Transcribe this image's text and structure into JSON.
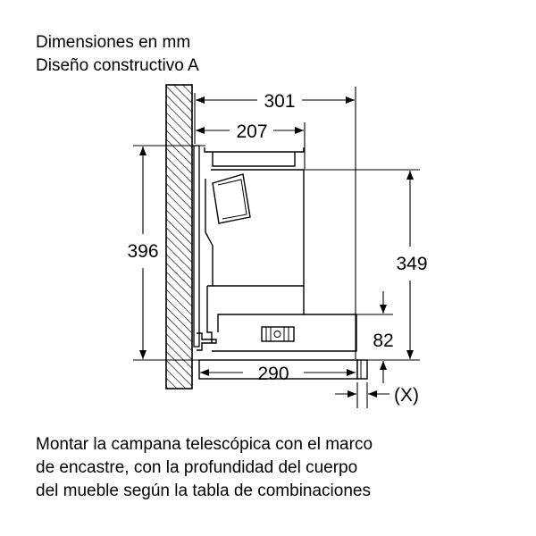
{
  "title": {
    "line1": "Dimensiones en mm",
    "line2": "Diseño constructivo A"
  },
  "dimensions": {
    "depth_total": "301",
    "depth_body": "207",
    "height_total": "396",
    "height_body": "349",
    "bottom_height": "82",
    "width_bottom": "290",
    "offset_x": "(X)"
  },
  "footer": {
    "line1": "Montar la campana telescópica con el marco",
    "line2": "de encastre, con la profundidad del cuerpo",
    "line3": "del mueble según la tabla de combinaciones"
  }
}
